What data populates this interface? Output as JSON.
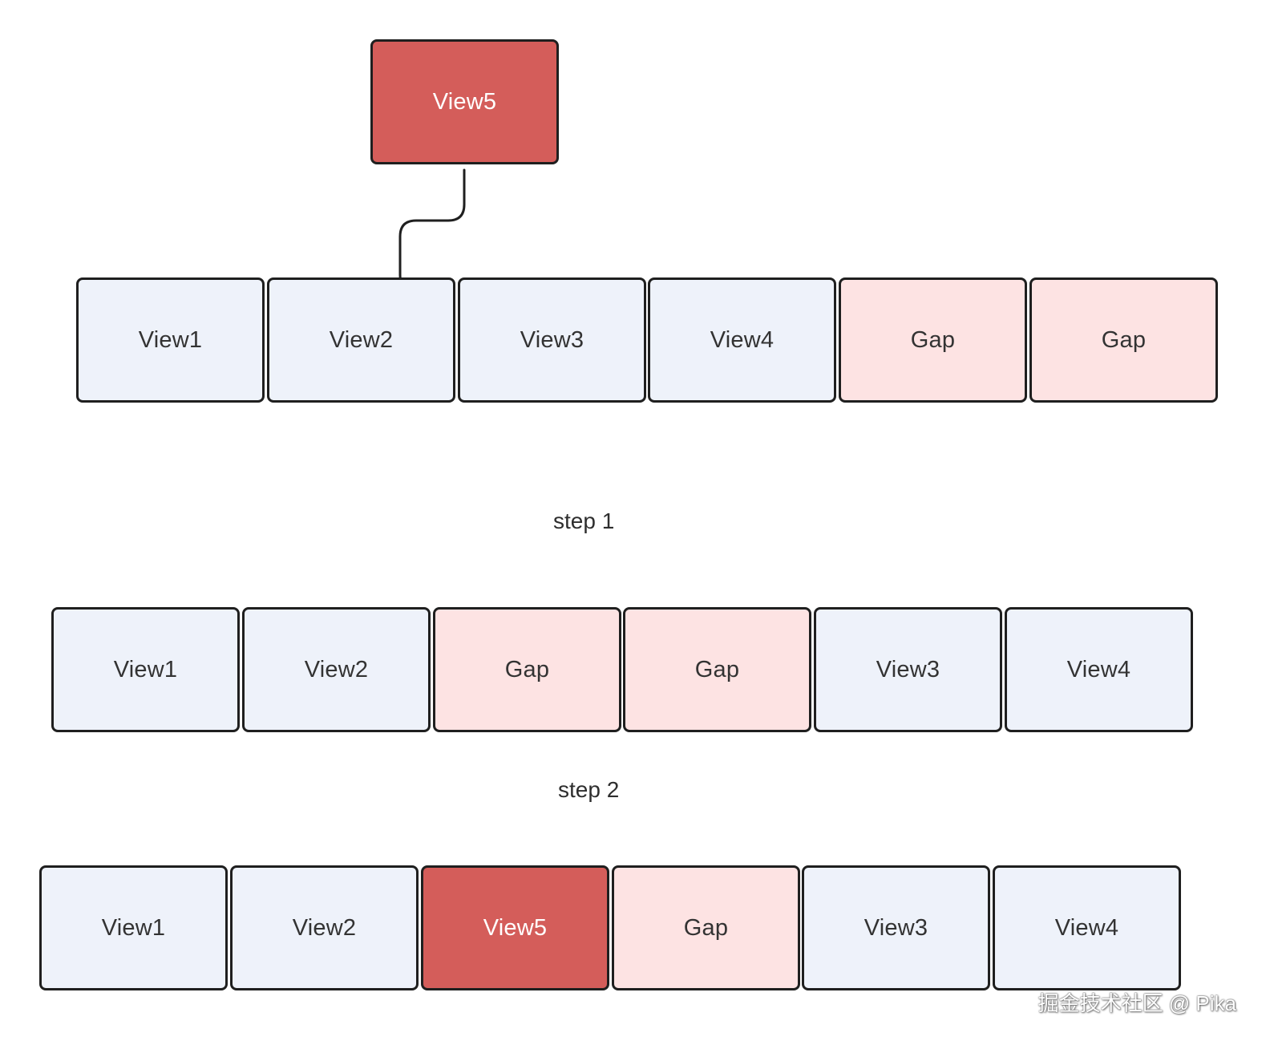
{
  "floating": {
    "label": "View5"
  },
  "row1": {
    "items": [
      {
        "label": "View1",
        "kind": "view"
      },
      {
        "label": "View2",
        "kind": "view"
      },
      {
        "label": "View3",
        "kind": "view"
      },
      {
        "label": "View4",
        "kind": "view"
      },
      {
        "label": "Gap",
        "kind": "gap"
      },
      {
        "label": "Gap",
        "kind": "gap"
      }
    ]
  },
  "step1": {
    "label": "step 1"
  },
  "row2": {
    "items": [
      {
        "label": "View1",
        "kind": "view"
      },
      {
        "label": "View2",
        "kind": "view"
      },
      {
        "label": "Gap",
        "kind": "gap"
      },
      {
        "label": "Gap",
        "kind": "gap"
      },
      {
        "label": "View3",
        "kind": "view"
      },
      {
        "label": "View4",
        "kind": "view"
      }
    ]
  },
  "step2": {
    "label": "step 2"
  },
  "row3": {
    "items": [
      {
        "label": "View1",
        "kind": "view"
      },
      {
        "label": "View2",
        "kind": "view"
      },
      {
        "label": "View5",
        "kind": "hot"
      },
      {
        "label": "Gap",
        "kind": "gap"
      },
      {
        "label": "View3",
        "kind": "view"
      },
      {
        "label": "View4",
        "kind": "view"
      }
    ]
  },
  "watermark": {
    "text": "掘金技术社区 @ Pika"
  },
  "colors": {
    "view_fill": "#eef2fa",
    "gap_fill": "#fde3e3",
    "highlight_fill": "#d45d5a",
    "border": "#1f1f1f"
  }
}
